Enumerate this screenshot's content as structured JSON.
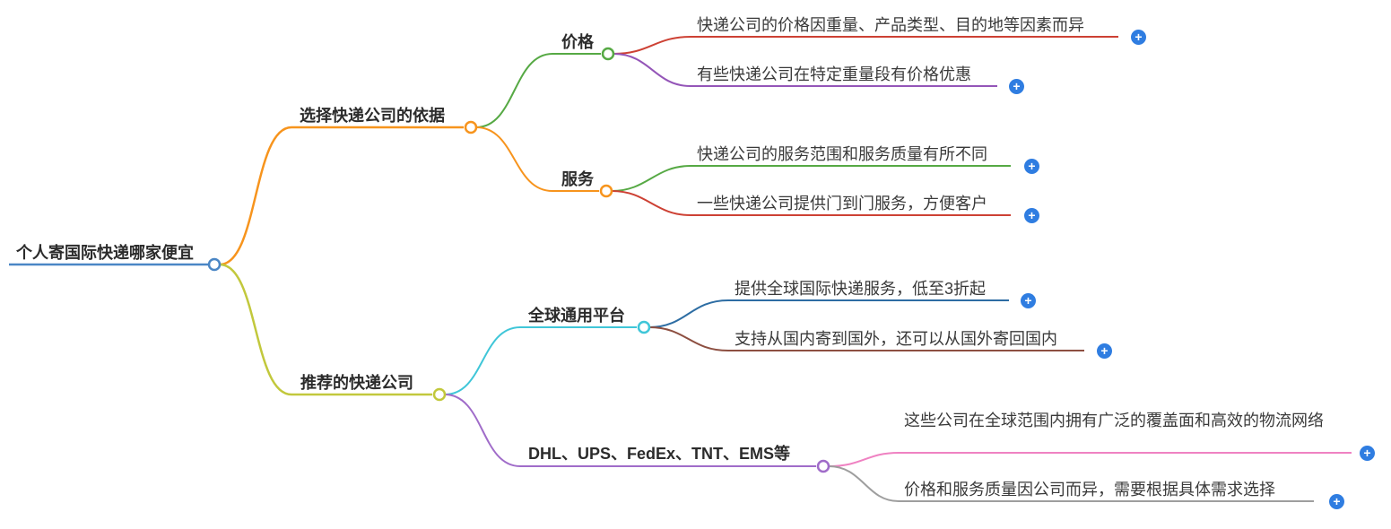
{
  "palette": {
    "root_blue": "#4a86c5",
    "orange": "#f7941d",
    "olive": "#c2c83c",
    "green": "#56a944",
    "red": "#cd4134",
    "purple": "#9455b8",
    "cyan": "#3fc6d8",
    "steel_blue": "#2d6da3",
    "brown": "#8d4f41",
    "violet": "#a06cc9",
    "pink": "#ef82c2",
    "gray": "#9e9e9e",
    "plus_blue": "#2f7de1"
  },
  "plus_symbol": "+",
  "root": {
    "label": "个人寄国际快递哪家便宜"
  },
  "branches": {
    "criteria": {
      "label": "选择快递公司的依据",
      "children": {
        "price": {
          "label": "价格",
          "leaves": [
            {
              "text": "快递公司的价格因重量、产品类型、目的地等因素而异"
            },
            {
              "text": "有些快递公司在特定重量段有价格优惠"
            }
          ]
        },
        "service": {
          "label": "服务",
          "leaves": [
            {
              "text": "快递公司的服务范围和服务质量有所不同"
            },
            {
              "text": "一些快递公司提供门到门服务，方便客户"
            }
          ]
        }
      }
    },
    "recommend": {
      "label": "推荐的快递公司",
      "children": {
        "platform": {
          "label": "全球通用平台",
          "leaves": [
            {
              "text": "提供全球国际快递服务，低至3折起"
            },
            {
              "text": "支持从国内寄到国外，还可以从国外寄回国内"
            }
          ]
        },
        "carriers": {
          "label": "DHL、UPS、FedEx、TNT、EMS等",
          "leaves": [
            {
              "text": "这些公司在全球范围内拥有广泛的覆盖面和高效的物流网络"
            },
            {
              "text": "价格和服务质量因公司而异，需要根据具体需求选择"
            }
          ]
        }
      }
    }
  }
}
